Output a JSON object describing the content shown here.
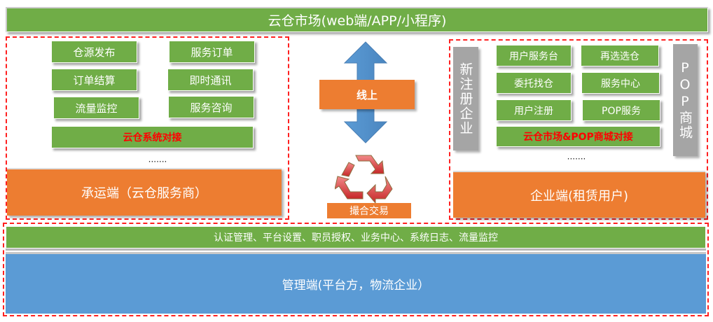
{
  "header": {
    "title": "云仓市场(web端/APP/小程序)"
  },
  "carrier": {
    "features": [
      "仓源发布",
      "服务订单",
      "订单结算",
      "即时通讯",
      "流量监控",
      "服务咨询"
    ],
    "integration": "云仓系统对接",
    "ellipsis": "·······",
    "label": "承运端（云仓服务商）"
  },
  "center": {
    "online_label": "线上",
    "match_label": "撮合交易",
    "arrow_icon": "double-vertical-arrow-icon",
    "recycle_icon": "recycle-icon"
  },
  "enterprise": {
    "left_side_label": "新注册企业",
    "right_side_label": "POP商城",
    "features": [
      "用户服务台",
      "再选选仓",
      "委托找仓",
      "服务中心",
      "用户注册",
      "POP服务"
    ],
    "integration": "云仓市场&POP商城对接",
    "ellipsis": "·······",
    "label": "企业端(租赁用户)"
  },
  "admin": {
    "functions": "认证管理、平台设置、职员授权、业务中心、系统日志、流量监控",
    "label": "管理端(平台方，物流企业）"
  },
  "colors": {
    "green": "#70ad47",
    "orange": "#ed7d31",
    "blue": "#5b9bd5",
    "gray": "#a5a5a5",
    "dashed_border": "#ff2020",
    "highlight_text": "#ff0000"
  }
}
